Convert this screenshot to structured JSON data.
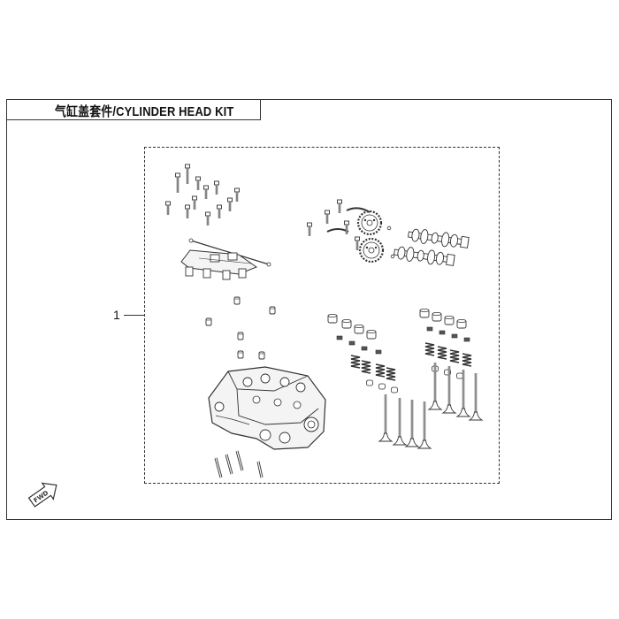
{
  "title": "气缸盖套件/CYLINDER HEAD KIT",
  "callout": {
    "number": "1"
  },
  "fwd_arrow": {
    "label": "FWD"
  },
  "colors": {
    "line": "#333333",
    "fill": "#f4f4f4",
    "dark": "#555555"
  },
  "parts": [
    "bolt-group",
    "rocker-arm-assembly",
    "dowel-pins",
    "camshaft-sprockets",
    "camshafts",
    "cylinder-head",
    "studs",
    "intake-valve-set",
    "exhaust-valve-set"
  ]
}
